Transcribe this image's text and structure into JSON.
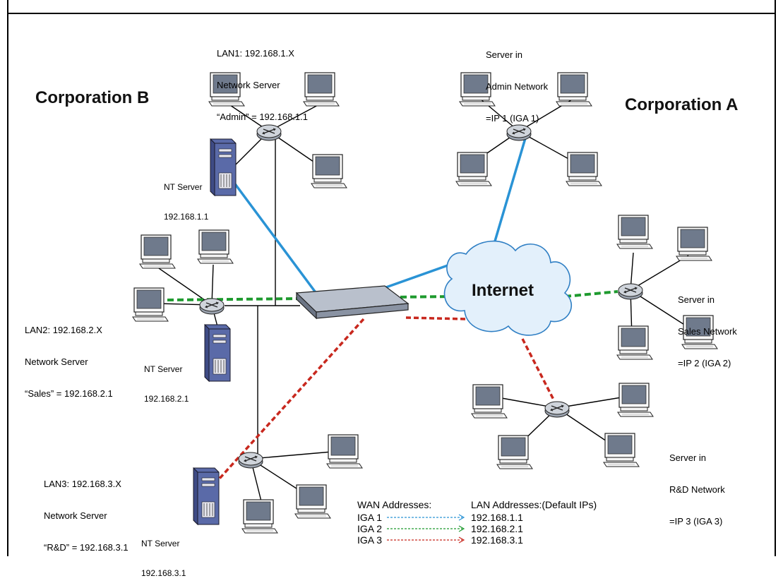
{
  "colors": {
    "admin": "#2a93d5",
    "sales": "#1e9a2e",
    "rnd": "#c8281e",
    "monitor_screen": "#6f7a8c",
    "cloud": "#e3f0fb",
    "cloud_stroke": "#2f7fc4",
    "server": "#5a6aa8"
  },
  "corp_b": "Corporation B",
  "corp_a": "Corporation A",
  "internet": "Internet",
  "lan1": {
    "line1": "LAN1: 192.168.1.X",
    "line2": "Network Server",
    "line3": "“Admin” = 192.168.1.1"
  },
  "lan2": {
    "line1": "LAN2: 192.168.2.X",
    "line2": "Network Server",
    "line3": "“Sales” = 192.168.2.1"
  },
  "lan3": {
    "line1": "LAN3: 192.168.3.X",
    "line2": "Network Server",
    "line3": "“R&D” = 192.168.3.1"
  },
  "nt1": {
    "line1": "NT Server",
    "line2": "192.168.1.1"
  },
  "nt2": {
    "line1": "NT Server",
    "line2": "192.168.2.1"
  },
  "nt3": {
    "line1": "NT Server",
    "line2": "192.168.3.1"
  },
  "admin_srv": {
    "line1": "Server in",
    "line2": "Admin Network",
    "line3": "=IP 1 (IGA 1)"
  },
  "sales_srv": {
    "line1": "Server in",
    "line2": "Sales Network",
    "line3": "=IP 2 (IGA 2)"
  },
  "rnd_srv": {
    "line1": "Server in",
    "line2": "R&D Network",
    "line3": "=IP 3 (IGA 3)"
  },
  "legend": {
    "wan_header": "WAN Addresses:",
    "lan_header": "LAN Addresses:(Default IPs)",
    "rows": [
      {
        "wan": "IGA 1",
        "lan": "192.168.1.1"
      },
      {
        "wan": "IGA 2",
        "lan": "192.168.2.1"
      },
      {
        "wan": "IGA 3",
        "lan": "192.168.3.1"
      }
    ]
  }
}
